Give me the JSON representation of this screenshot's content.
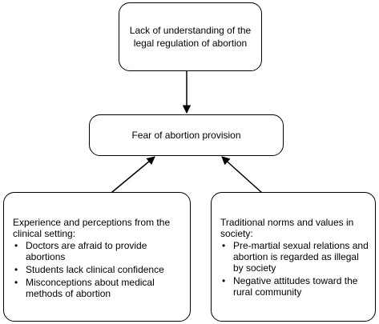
{
  "nodes": {
    "top": {
      "text": "Lack of understanding of the legal regulation of abortion"
    },
    "center": {
      "text": "Fear of abortion provision"
    },
    "left": {
      "heading": "Experience and perceptions from the clinical setting:",
      "bullets": [
        "Doctors are afraid to provide abortions",
        "Students lack clinical confidence",
        "Misconceptions about medical methods of abortion"
      ]
    },
    "right": {
      "heading": "Traditional norms and values in society:",
      "bullets": [
        "Pre-martial sexual relations and abortion is regarded as illegal by society",
        "Negative attitudes toward the rural community"
      ]
    }
  },
  "edges": [
    {
      "from": "top",
      "to": "center"
    },
    {
      "from": "left",
      "to": "center"
    },
    {
      "from": "right",
      "to": "center"
    }
  ],
  "colors": {
    "stroke": "#000000",
    "fill": "#ffffff",
    "text": "#000000"
  }
}
